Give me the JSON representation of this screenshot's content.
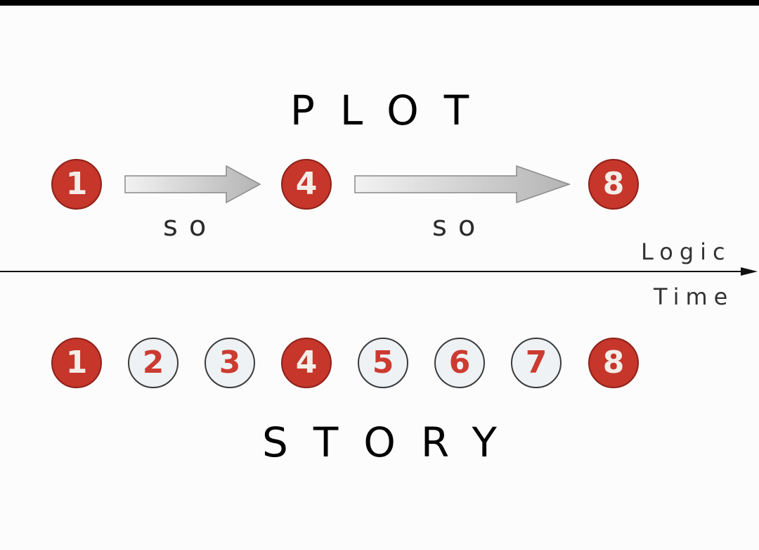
{
  "plot": {
    "title": "PLOT",
    "nodes": [
      "1",
      "4",
      "8"
    ],
    "connector_label": "so"
  },
  "axis": {
    "label_above": "Logic",
    "label_below": "Time"
  },
  "story": {
    "title": "STORY",
    "nodes": [
      {
        "label": "1",
        "key": true
      },
      {
        "label": "2",
        "key": false
      },
      {
        "label": "3",
        "key": false
      },
      {
        "label": "4",
        "key": true
      },
      {
        "label": "5",
        "key": false
      },
      {
        "label": "6",
        "key": false
      },
      {
        "label": "7",
        "key": false
      },
      {
        "label": "8",
        "key": true
      }
    ]
  },
  "colors": {
    "key_fill": "#c6362b",
    "minor_fill": "#eef2f4",
    "minor_text": "#cc3b30"
  }
}
